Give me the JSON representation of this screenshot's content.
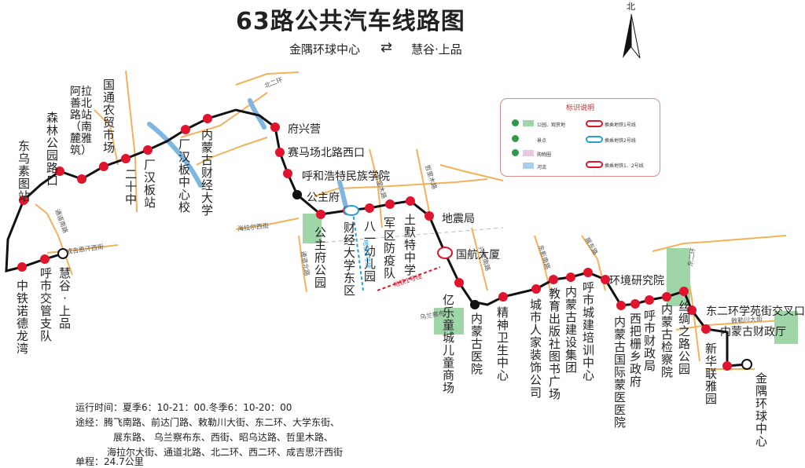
{
  "title": "63路公共汽车线路图",
  "direction": {
    "from": "金隅环球中心",
    "to": "慧谷·上品"
  },
  "north_label": "北",
  "stations": [
    "慧谷·上品",
    "呼市交管支队",
    "中铁诺德龙湾",
    "东乌素图站",
    "森林公园路口",
    "阿拉善北路站（南麓雅筑）",
    "国通农贸市场",
    "二十中",
    "厂汉板站",
    "厂汉板中心校",
    "内蒙古财经大学",
    "府兴营",
    "赛马场北路西口",
    "呼和浩特民族学院",
    "公主府",
    "公主府公园",
    "财经大学东区",
    "八一幼儿园",
    "军区防疫队",
    "土默特中学",
    "地震局",
    "国航大厦",
    "亿乐童城儿童商场",
    "内蒙古医院",
    "精神卫生中心",
    "城市人家装饰公司",
    "教育出版社图书广场",
    "内蒙古建设集团",
    "呼市城建培训中心",
    "环境研究院",
    "内蒙古国际蒙医医院",
    "西把栅乡政府",
    "呼市财政局",
    "内蒙古检察院",
    "丝绸之路公园",
    "东二环学苑街交叉口",
    "内蒙古财政厅",
    "新华联雅园",
    "金隅环球中心"
  ],
  "landmarks": [
    "公主府",
    "内蒙古医院"
  ],
  "roads": [
    "通道南路",
    "成吉思汗西街",
    "北二环",
    "海拉尔西街",
    "通道北路",
    "乌兰察布",
    "哲里木路",
    "东影南路",
    "展东路",
    "兴安南路",
    "东二环",
    "敕勒川大街",
    "五一街",
    "哲里木路"
  ],
  "metro_lines": [
    "地铁1号线",
    "地铁2号线"
  ],
  "legend": {
    "title": "标识说明",
    "items": [
      "公园、观赏地",
      "换乘地铁1号线",
      "景点",
      "换乘地铁2号线",
      "购物圈",
      "河流",
      "换乘地铁1、2号线"
    ]
  },
  "info": {
    "hours": "运行时间：夏季6：10-21：00.冬季6：10-20：00",
    "via_1": "途经：腾飞南路、前达门路、敕勒川大街、东二环、大学东街、",
    "via_2": "展东路、 乌兰察布东、西街、昭乌达路、哲里木路、",
    "via_3": "海拉尔大街、通道北路、北二环、西二环、成吉思汗西街",
    "length": "单程：24.7公里"
  },
  "colors": {
    "route": "#111111",
    "stop": "#e0152d",
    "road": "#f1b25a",
    "river": "#7fb6e0",
    "park": "#9fd6a8",
    "metro1": "#e0152d",
    "metro2": "#2aa0d8"
  }
}
